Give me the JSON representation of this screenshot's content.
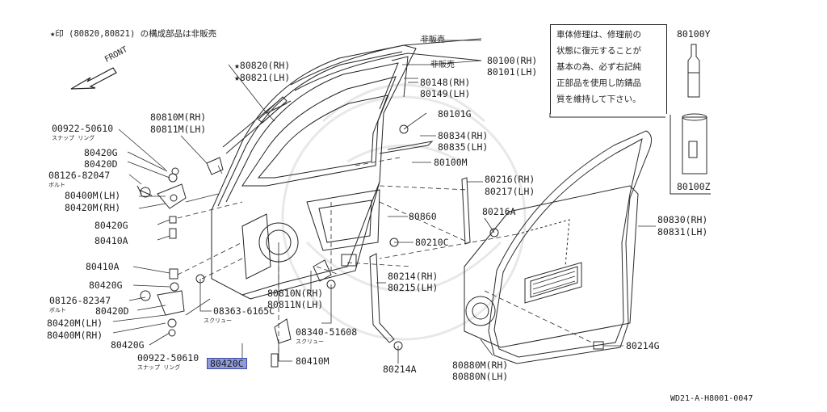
{
  "header_note": "★印 (80820,80821) の構成部品は非販売",
  "front_label": "FRONT",
  "note_box": {
    "lines": [
      "車体修理は、修理前の",
      "状態に復元することが",
      "基本の為、必ず右記純",
      "正部品を使用し防錆品",
      "質を維持して下さい。"
    ]
  },
  "parts": {
    "p80820": "★80820(RH)",
    "p80821": "★80821(LH)",
    "hidai1": "非販売",
    "hidai2": "非販売",
    "p80100": "80100(RH)",
    "p80101": "80101(LH)",
    "p80148": "80148(RH)",
    "p80149": "80149(LH)",
    "p8010G": "80101G",
    "p80834": "80834(RH)",
    "p80835": "80835(LH)",
    "p80100M": "80100M",
    "p80810M": "80810M(RH)",
    "p80811M": "80811M(LH)",
    "p00922_top": "00922-50610",
    "snap_top": "スナップ リング",
    "p80420G_1": "80420G",
    "p80420D_1": "80420D",
    "p08126_top": "08126-82047",
    "bolt_top": "ボルト",
    "p80400M_LH": "80400M(LH)",
    "p80420M_RH": "80420M(RH)",
    "p80420G_2": "80420G",
    "p80410A_1": "80410A",
    "p80410A_2": "80410A",
    "p80420G_3": "80420G",
    "p08126_bot": "08126-82347",
    "bolt_bot": "ボルト",
    "p80420D_2": "80420D",
    "p80420M_LH": "80420M(LH)",
    "p80400M_RH": "80400M(RH)",
    "p80420G_4": "80420G",
    "p00922_bot": "00922-50610",
    "snap_bot": "スナップ リング",
    "p80420C": "80420C",
    "p80410M": "80410M",
    "p08363": "08363-6165C",
    "screw_1": "スクリュー",
    "p80810N": "80810N(RH)",
    "p80811N": "80811N(LH)",
    "p08340": "08340-51608",
    "screw_2": "スクリュー",
    "p80860": "80860",
    "p80210C": "80210C",
    "p80216": "80216(RH)",
    "p80217": "80217(LH)",
    "p80216A": "80216A",
    "p80214": "80214(RH)",
    "p80215": "80215(LH)",
    "p80214A": "80214A",
    "p80880M": "80880M(RH)",
    "p80880N": "80880N(LH)",
    "p80214G": "80214G",
    "p80830": "80830(RH)",
    "p80831": "80831(LH)",
    "p80100Y": "80100Y",
    "p80100Z": "80100Z"
  },
  "footer_code": "WD21-A-H8001-0047",
  "colors": {
    "ink": "#1e1e1e",
    "highlight": "#8f9bd8",
    "highlight_border": "#3d4aa8"
  }
}
